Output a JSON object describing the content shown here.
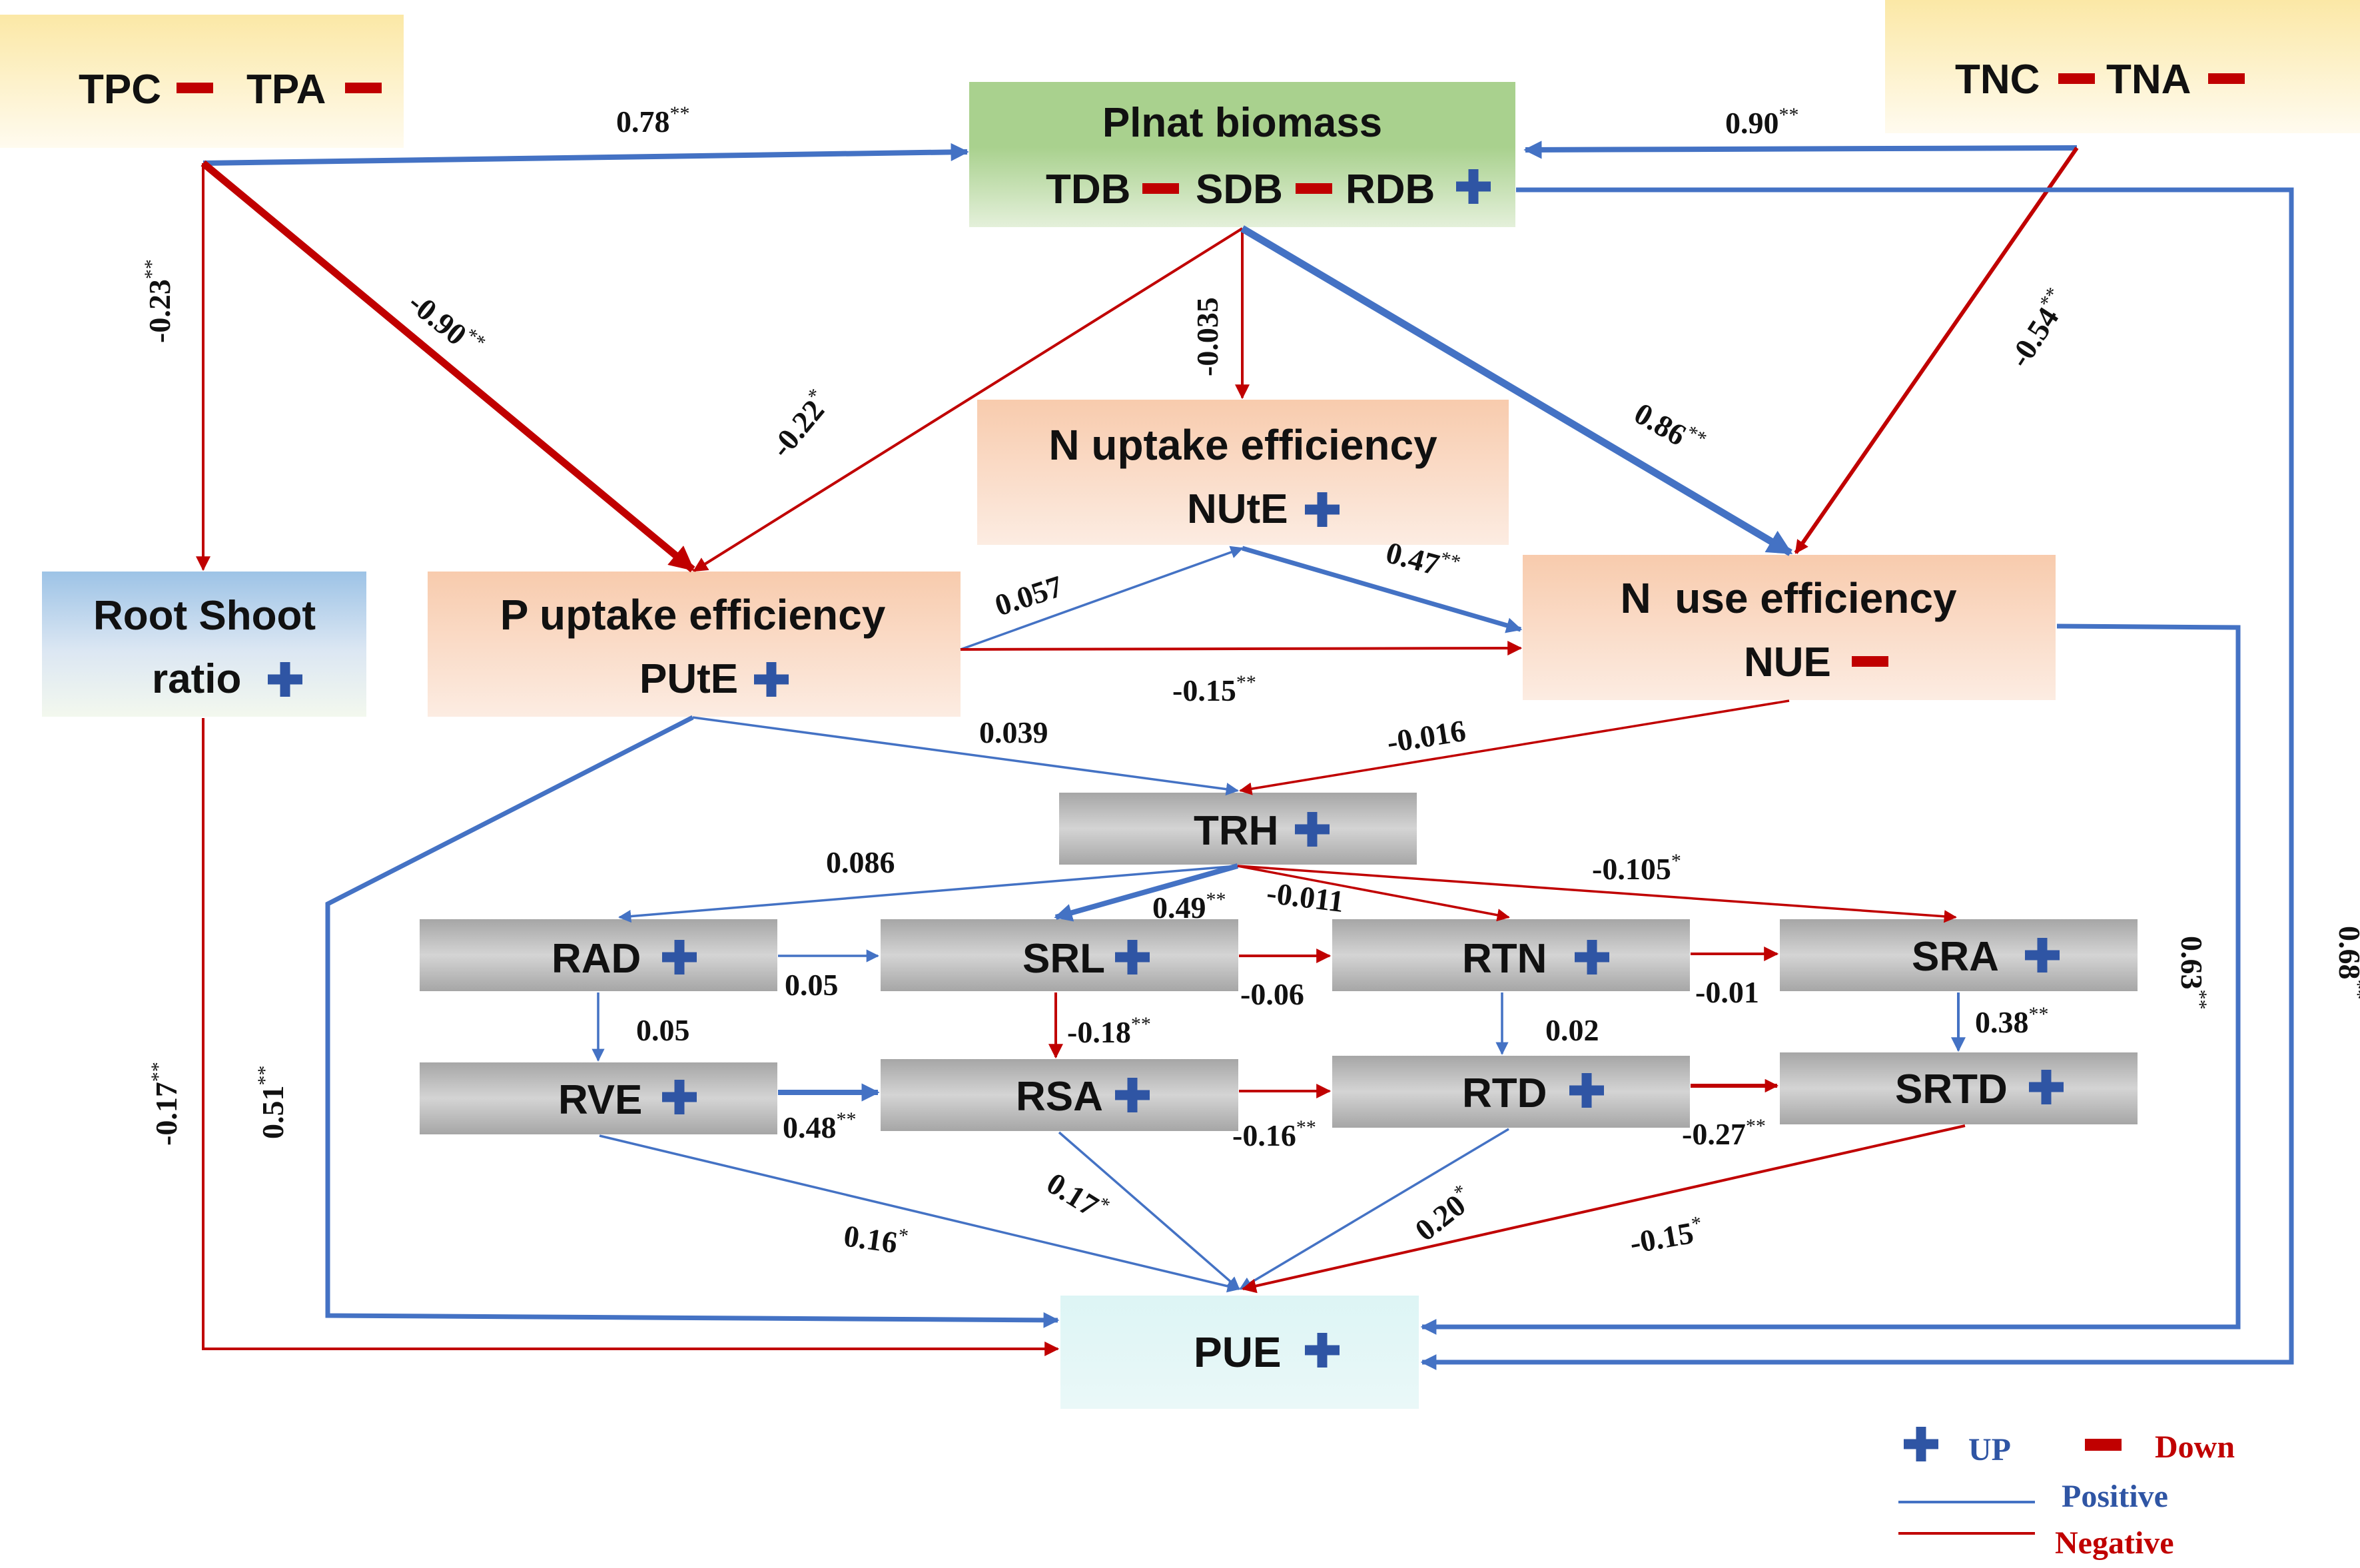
{
  "colors": {
    "positive": "#4472C4",
    "negative": "#C00000",
    "plus": "#2F55A4",
    "minus": "#C00000"
  },
  "nodes": {
    "tpc_tpa": {
      "items": [
        {
          "label": "TPC",
          "sign": "minus"
        },
        {
          "label": "TPA",
          "sign": "minus"
        }
      ]
    },
    "tnc_tna": {
      "items": [
        {
          "label": "TNC",
          "sign": "minus"
        },
        {
          "label": "TNA",
          "sign": "minus"
        }
      ]
    },
    "biomass": {
      "title": "Plnat biomass",
      "items": [
        {
          "label": "TDB",
          "sign": "minus"
        },
        {
          "label": "SDB",
          "sign": "minus"
        },
        {
          "label": "RDB",
          "sign": "plus"
        }
      ]
    },
    "nupe": {
      "title": "N uptake efficiency",
      "label": "NUtE",
      "sign": "plus"
    },
    "root_shoot": {
      "title": "Root Shoot",
      "label": "ratio",
      "sign": "plus"
    },
    "pupe": {
      "title": "P uptake efficiency",
      "label": "PUtE",
      "sign": "plus"
    },
    "nue": {
      "title": "N  use efficiency",
      "label": "NUE",
      "sign": "minus"
    },
    "trh": {
      "label": "TRH",
      "sign": "plus"
    },
    "rad": {
      "label": "RAD",
      "sign": "plus"
    },
    "srl": {
      "label": "SRL",
      "sign": "plus"
    },
    "rtn": {
      "label": "RTN",
      "sign": "plus"
    },
    "sra": {
      "label": "SRA",
      "sign": "plus"
    },
    "rve": {
      "label": "RVE",
      "sign": "plus"
    },
    "rsa": {
      "label": "RSA",
      "sign": "plus"
    },
    "rtd": {
      "label": "RTD",
      "sign": "plus"
    },
    "srtd": {
      "label": "SRTD",
      "sign": "plus"
    },
    "pue": {
      "label": "PUE",
      "sign": "plus"
    }
  },
  "edges": [
    {
      "id": "tpc-biomass",
      "sign": "positive",
      "value": "0.78",
      "sig": "**"
    },
    {
      "id": "tnc-biomass",
      "sign": "positive",
      "value": "0.90",
      "sig": "**"
    },
    {
      "id": "tpc-rootshoot",
      "sign": "negative",
      "value": "-0.23",
      "sig": "**"
    },
    {
      "id": "tpc-pupe",
      "sign": "negative",
      "value": "-0.90",
      "sig": "**"
    },
    {
      "id": "biomass-pupe",
      "sign": "negative",
      "value": "-0.22",
      "sig": "*"
    },
    {
      "id": "biomass-nupe",
      "sign": "negative",
      "value": "-0.035",
      "sig": ""
    },
    {
      "id": "biomass-nue",
      "sign": "positive",
      "value": "0.86",
      "sig": "**"
    },
    {
      "id": "tnc-nue",
      "sign": "negative",
      "value": "-0.54",
      "sig": "**"
    },
    {
      "id": "pupe-nupe",
      "sign": "positive",
      "value": "0.057",
      "sig": ""
    },
    {
      "id": "nupe-nue",
      "sign": "positive",
      "value": "0.47",
      "sig": "**"
    },
    {
      "id": "pupe-nue",
      "sign": "negative",
      "value": "-0.15",
      "sig": "**"
    },
    {
      "id": "pupe-trh",
      "sign": "positive",
      "value": "0.039",
      "sig": ""
    },
    {
      "id": "nue-trh",
      "sign": "negative",
      "value": "-0.016",
      "sig": ""
    },
    {
      "id": "trh-rad",
      "sign": "positive",
      "value": "0.086",
      "sig": ""
    },
    {
      "id": "trh-srl",
      "sign": "positive",
      "value": "0.49",
      "sig": "**"
    },
    {
      "id": "trh-rtn",
      "sign": "negative",
      "value": "-0.011",
      "sig": ""
    },
    {
      "id": "trh-sra",
      "sign": "negative",
      "value": "-0.105",
      "sig": "*"
    },
    {
      "id": "rad-srl",
      "sign": "positive",
      "value": "0.05",
      "sig": ""
    },
    {
      "id": "srl-rtn",
      "sign": "negative",
      "value": "-0.06",
      "sig": ""
    },
    {
      "id": "rtn-sra",
      "sign": "negative",
      "value": "-0.01",
      "sig": ""
    },
    {
      "id": "rad-rve",
      "sign": "positive",
      "value": "0.05",
      "sig": ""
    },
    {
      "id": "srl-rsa",
      "sign": "negative",
      "value": "-0.18",
      "sig": "**"
    },
    {
      "id": "rtn-rtd",
      "sign": "positive",
      "value": "0.02",
      "sig": ""
    },
    {
      "id": "sra-srtd",
      "sign": "positive",
      "value": "0.38",
      "sig": "**"
    },
    {
      "id": "rve-rsa",
      "sign": "positive",
      "value": "0.48",
      "sig": "**"
    },
    {
      "id": "rsa-rtd",
      "sign": "negative",
      "value": "-0.16",
      "sig": "**"
    },
    {
      "id": "rtd-srtd",
      "sign": "negative",
      "value": "-0.27",
      "sig": "**"
    },
    {
      "id": "rve-pue",
      "sign": "positive",
      "value": "0.16",
      "sig": "*"
    },
    {
      "id": "rsa-pue",
      "sign": "positive",
      "value": "0.17",
      "sig": "*"
    },
    {
      "id": "rtd-pue",
      "sign": "positive",
      "value": "0.20",
      "sig": "*"
    },
    {
      "id": "srtd-pue",
      "sign": "negative",
      "value": "-0.15",
      "sig": "*"
    },
    {
      "id": "rootshoot-pue",
      "sign": "negative",
      "value": "-0.17",
      "sig": "**"
    },
    {
      "id": "pupe-pue",
      "sign": "positive",
      "value": "0.51",
      "sig": "**"
    },
    {
      "id": "nue-pue",
      "sign": "positive",
      "value": "0.63",
      "sig": "**"
    },
    {
      "id": "biomass-pue",
      "sign": "positive",
      "value": "0.68",
      "sig": "**"
    }
  ],
  "legend": {
    "up": "UP",
    "down": "Down",
    "positive": "Positive",
    "negative": "Negative"
  }
}
